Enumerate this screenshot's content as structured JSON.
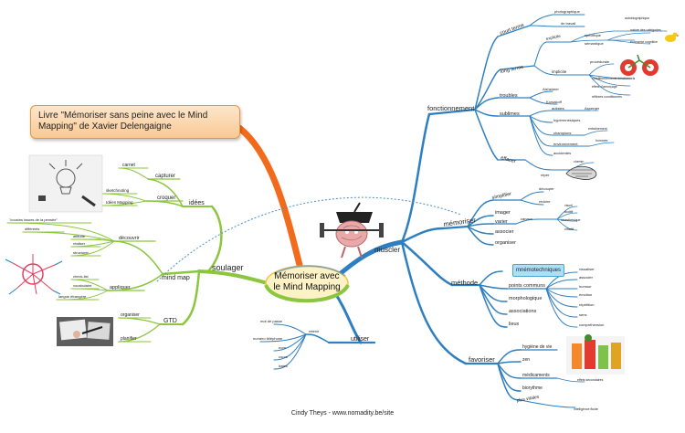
{
  "book_title": "Livre \"Mémoriser sans peine avec le Mind Mapping\" de Xavier Delengaigne",
  "central_topic": "Mémoriser avec le Mind Mapping",
  "footer": "Cindy Theys - www.nomadity.be/site",
  "colors": {
    "green": "#8cc63f",
    "blue": "#2e7fc1",
    "orange": "#f26b1d",
    "dotted_link": "#4a8ec8"
  },
  "icons": [
    "lightbulb-sketch-icon",
    "brain-mindmap-icon",
    "hands-writing-icon",
    "brain-lifting-weights-icon",
    "bicycle-icon",
    "bird-icon",
    "juice-glasses-icon",
    "chameleon-icon"
  ],
  "left": {
    "branch": "soulager",
    "idees": {
      "label": "idées",
      "capturer": "capturer",
      "carnet": "carnet",
      "croquer": "croquer",
      "sketchnoting": "sketchnoting",
      "idees_mapping": "Idées Mapping"
    },
    "mindmap": {
      "label": "mind map",
      "decouvrir": "découvrir",
      "cousins": "\"cousins issues de la pensée\"",
      "differents": "différents",
      "attitude": "attitude",
      "realiser": "réaliser",
      "structurer": "structurer",
      "appliquer": "appliquer",
      "check_list": "check-list",
      "vocabulaire": "vocabulaire",
      "langue": "langue étrangère"
    },
    "gtd": {
      "label": "GTD",
      "organiser": "organiser",
      "planifier": "planifier"
    }
  },
  "bottom": {
    "branch": "utiliser",
    "retenir": "retenir",
    "items": [
      "mot de passe",
      "numéro téléphone",
      "nom",
      "cours",
      "dates"
    ]
  },
  "right": {
    "muscler": "muscler",
    "fonctionnement": {
      "label": "fonctionnement",
      "court_terme": "court terme",
      "photographique": "photographique",
      "de_travail": "de travail",
      "long_terme": "long terme",
      "explicite": "explicite",
      "specifique": "spécifique",
      "autobiographique": "autobiographique",
      "semantique": "sémantique",
      "nature_categories": "nature des catégories",
      "economie_cognitive": "économie cognitive",
      "implicite": "implicite",
      "procedurale": "procédurale",
      "conditionnements": "conditionnements émotionnels",
      "amorcage": "effets d'amorçage",
      "reflexes": "réflexes conditionnés",
      "troubles": "troubles",
      "alzheimer": "Alzheimer",
      "korsakoff": "Korsakoff",
      "sublimes": "sublimes",
      "autistes": "autistes",
      "asperger": "Asperger",
      "hypermnesiques": "hypermnésiques",
      "champions": "champions",
      "entrainement": "entraînement",
      "environnement": "environnement",
      "hommes": "hommes",
      "accidentes": "accidentés",
      "effacer": "effacer",
      "chemin": "chemin",
      "reprer": "réper"
    },
    "memoriser": {
      "label": "mémoriser",
      "simplifier": "simplifier",
      "decouper": "découper",
      "reduire": "réduire",
      "imager": "imager",
      "varier": "varier",
      "canaux": "canaux",
      "visuel": "visuel",
      "auditif": "auditif",
      "kinesthesique": "kinesthésique",
      "olfactif": "olfactif",
      "associer": "associer",
      "organiser": "organiser"
    },
    "methode": {
      "label": "méthode",
      "mnemotechniques": "mnémotechniques",
      "points_communs": "points communs",
      "visualiser": "visualiser",
      "associer": "associer",
      "humour": "humour",
      "emotion": "émotion",
      "repetition": "répétition",
      "sens": "sens",
      "comprehension": "compréhension",
      "morphologique": "morphologique",
      "associations": "associations",
      "lieux": "lieux"
    },
    "favoriser": {
      "label": "favoriser",
      "hygiene": "hygiène de vie",
      "zen": "zen",
      "medicaments": "médicaments",
      "effets": "effets secondaires",
      "biorythme": "biorythme",
      "plus_vitales": "plus vitales",
      "intelligence": "intelligence fluide"
    }
  }
}
